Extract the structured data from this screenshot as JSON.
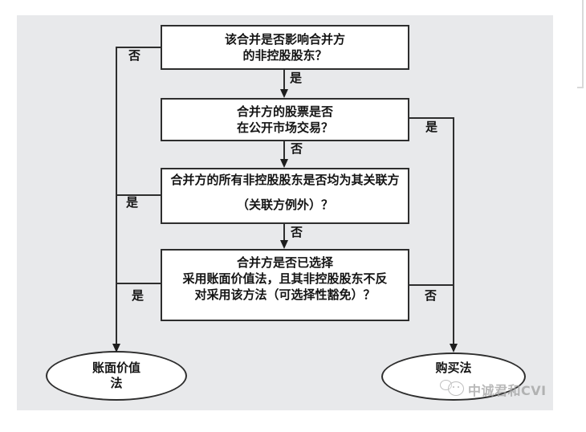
{
  "colors": {
    "panel_background": "#e8e9eb",
    "line": "#2e2e2e",
    "text": "#141414",
    "box_fill": "#ffffff",
    "watermark": "#9d9d9d",
    "scrollbar": "#d9d9d9"
  },
  "icons": {
    "watermark_logo": "chat-bubbles-face-icon"
  },
  "flowchart": {
    "boxes": [
      {
        "id": "q1",
        "lines": [
          "该合并是否影响合并方",
          "的非控股股东？"
        ]
      },
      {
        "id": "q2",
        "lines": [
          "合并方的股票是否",
          "在公开市场交易？"
        ]
      },
      {
        "id": "q3",
        "lines": [
          "合并方的所有非控股股东是否均为其关联方",
          "（关联方例外）？"
        ]
      },
      {
        "id": "q4",
        "lines": [
          "合并方是否已选择",
          "采用账面价值法，且其非控股股东不反",
          "对采用该方法（可选择性豁免）？"
        ]
      }
    ],
    "terminals": [
      {
        "id": "book-value-method",
        "lines": [
          "账面价值",
          "法"
        ]
      },
      {
        "id": "purchase-method",
        "lines": [
          "购买法"
        ]
      }
    ],
    "edges": {
      "q1_no": "否",
      "q1_yes": "是",
      "q2_yes": "是",
      "q2_no": "否",
      "q3_yes": "是",
      "q3_no": "否",
      "q4_yes": "是",
      "q4_no": "否"
    }
  },
  "watermark": {
    "text": "中诚君和CVI"
  }
}
